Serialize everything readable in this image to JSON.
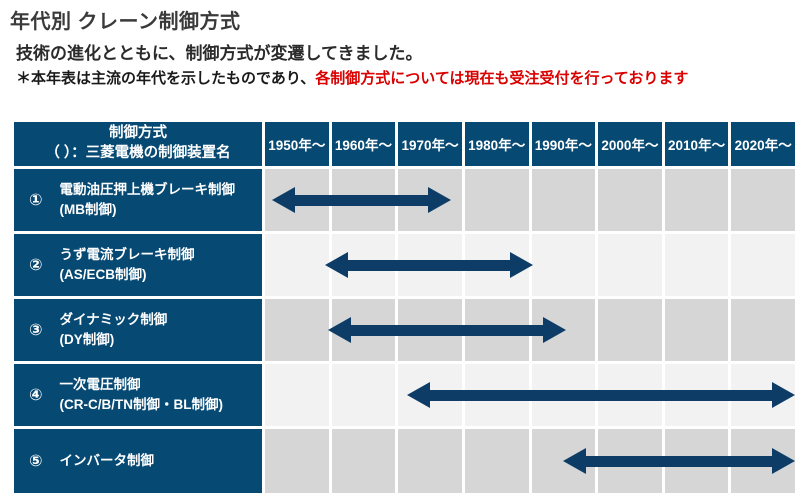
{
  "page": {
    "title": "年代別 クレーン制御方式",
    "subtitle": "技術の進化とともに、制御方式が変遷してきました。",
    "note_black": "＊本年表は主流の年代を示したものであり、",
    "note_red": "各制御方式については現在も受注受付を行っております"
  },
  "table": {
    "corner_line1": "制御方式",
    "corner_line2": "（ ）：三菱電機の制御装置名"
  },
  "colors": {
    "header_navy": "#064973",
    "arrow_navy": "#0d3c66",
    "row_shade_dark": "#d6d6d6",
    "row_shade_light": "#f2f2f2",
    "note_red": "#d90000",
    "title_text": "#3a3a3a"
  },
  "chart_data": {
    "type": "gantt-timeline",
    "title": "年代別 クレーン制御方式",
    "categories": [
      "1950年～",
      "1960年～",
      "1970年～",
      "1980年～",
      "1990年～",
      "2000年～",
      "2010年～",
      "2020年～"
    ],
    "axis": {
      "start_year": 1950,
      "end_year": 2030,
      "years_per_column": 10,
      "grid": true
    },
    "rows": [
      {
        "no": "①",
        "name": "電動油圧押上機ブレーキ制御",
        "device": "(MB制御)",
        "span": {
          "start_year": 1951,
          "end_year": 1978
        }
      },
      {
        "no": "②",
        "name": "うず電流ブレーキ制御",
        "device": "(AS/ECB制御)",
        "span": {
          "start_year": 1959,
          "end_year": 1990.5
        }
      },
      {
        "no": "③",
        "name": "ダイナミック制御",
        "device": "(DY制御)",
        "span": {
          "start_year": 1959.5,
          "end_year": 1995.5
        }
      },
      {
        "no": "④",
        "name": "一次電圧制御",
        "device": "(CR-C/B/TN制御・BL制御)",
        "span": {
          "start_year": 1971.5,
          "end_year": 2030
        }
      },
      {
        "no": "⑤",
        "name": "インバータ制御",
        "device": "",
        "span": {
          "start_year": 1995,
          "end_year": 2030
        }
      }
    ]
  }
}
